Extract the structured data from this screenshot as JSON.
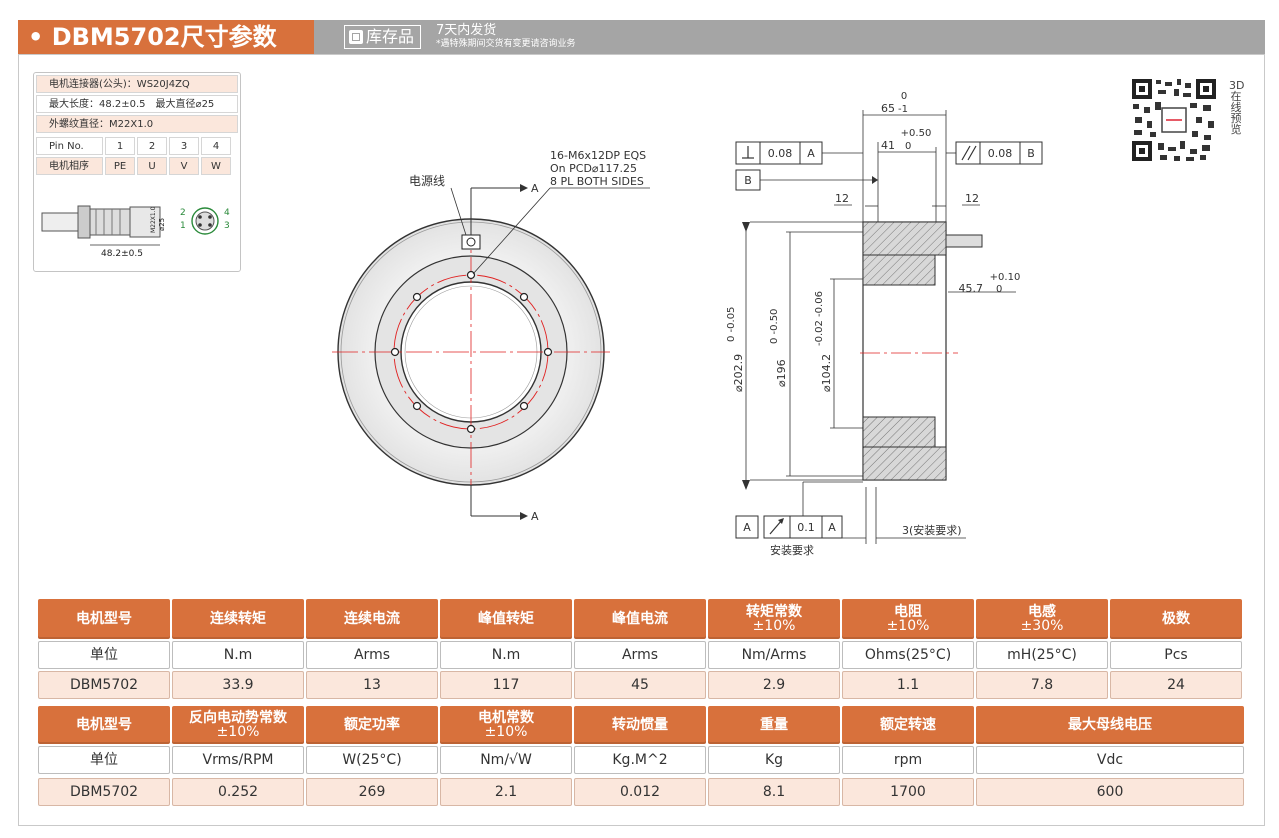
{
  "header": {
    "title": "• DBM5702尺寸参数",
    "stock_label": "库存品",
    "ship_title": "7天内发货",
    "ship_note": "*遇特殊期间交货有变更请咨询业务"
  },
  "connector": {
    "connector_line": "电机连接器(公头)：WS20J4ZQ",
    "length_line": "最大长度：48.2±0.5　最大直径⌀25",
    "thread_line": "外螺纹直径：M22X1.0",
    "pin_header": [
      "Pin No.",
      "1",
      "2",
      "3",
      "4"
    ],
    "phase_row": [
      "电机相序",
      "PE",
      "U",
      "V",
      "W"
    ],
    "drawing_length": "48.2±0.5",
    "drawing_thread": "M22X1.0",
    "drawing_dia": "⌀25",
    "pin_labels": [
      "2",
      "1",
      "4",
      "3"
    ]
  },
  "qr": {
    "caption": "3D在线预览"
  },
  "front_view": {
    "power_wire_label": "电源线",
    "hole_note_1": "16-M6x12DP EQS",
    "hole_note_2": "On PCD⌀117.25",
    "hole_note_3": "8 PL BOTH SIDES",
    "section_label_top": "A",
    "section_label_bottom": "A"
  },
  "side_view": {
    "dim_65_top": "0",
    "dim_65": "65",
    "dim_65_tol": "-1",
    "dim_41_tol": "+0.50",
    "dim_41": "41",
    "dim_41_zero": "0",
    "perp_tol": "0.08",
    "perp_ref": "A",
    "para_tol": "0.08",
    "para_ref": "B",
    "datum_b": "B",
    "dim_12_left": "12",
    "dim_12_right": "12",
    "dim_45_tol": "+0.10",
    "dim_45": "45.7",
    "dim_45_zero": "0",
    "dia_202": "⌀202.9",
    "dia_202_tol": "0    -0.05",
    "dia_196": "⌀196",
    "dia_196_tol": "0    -0.50",
    "dia_104": "⌀104.2",
    "dia_104_tol": "-0.02  -0.06",
    "datum_a": "A",
    "runout_tol": "0.1",
    "runout_ref": "A",
    "install_note": "安装要求",
    "dim_3": "3(安装要求)"
  },
  "spec_table_1": {
    "headers": [
      "电机型号",
      "连续转矩",
      "连续电流",
      "峰值转矩",
      "峰值电流",
      "转矩常数",
      "电阻",
      "电感",
      "极数"
    ],
    "header_subs": [
      "",
      "",
      "",
      "",
      "",
      "±10%",
      "±10%",
      "±30%",
      ""
    ],
    "units": [
      "单位",
      "N.m",
      "Arms",
      "N.m",
      "Arms",
      "Nm/Arms",
      "Ohms(25°C)",
      "mH(25°C)",
      "Pcs"
    ],
    "values": [
      "DBM5702",
      "33.9",
      "13",
      "117",
      "45",
      "2.9",
      "1.1",
      "7.8",
      "24"
    ]
  },
  "spec_table_2": {
    "headers": [
      "电机型号",
      "反向电动势常数",
      "额定功率",
      "电机常数",
      "转动惯量",
      "重量",
      "额定转速",
      "最大母线电压"
    ],
    "header_subs": [
      "",
      "±10%",
      "",
      "±10%",
      "",
      "",
      "",
      ""
    ],
    "units": [
      "单位",
      "Vrms/RPM",
      "W(25°C)",
      "Nm/√W",
      "Kg.M^2",
      "Kg",
      "rpm",
      "Vdc"
    ],
    "values": [
      "DBM5702",
      "0.252",
      "269",
      "2.1",
      "0.012",
      "8.1",
      "1700",
      "600"
    ]
  }
}
